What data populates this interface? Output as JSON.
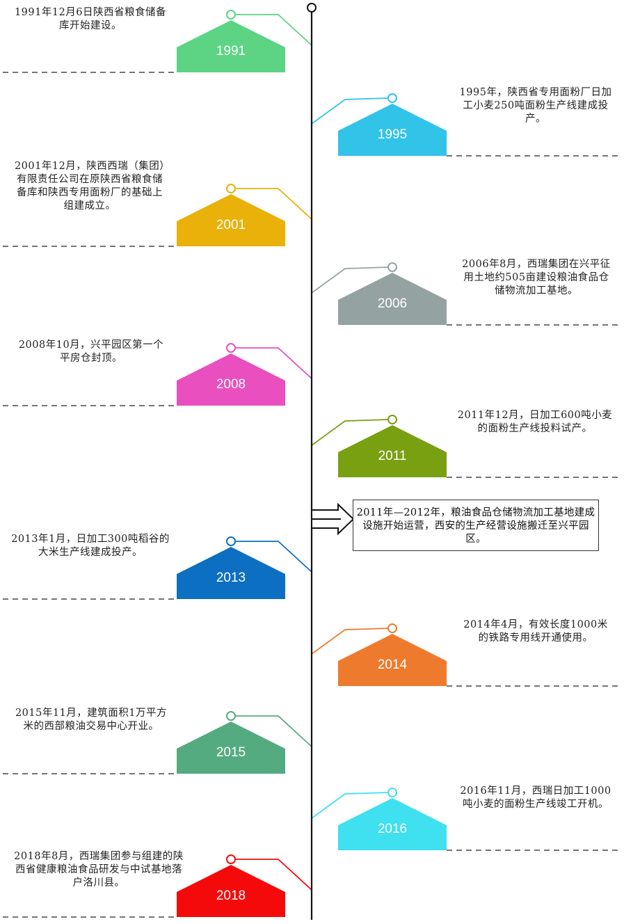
{
  "events": [
    {
      "year": "1991",
      "text": "1991年12月6日陕西省粮食储备库开始建设。",
      "color": "#5cd484",
      "side": "left"
    },
    {
      "year": "1995",
      "text": "1995年，陕西省专用面粉厂日加工小麦250吨面粉生产线建成投产。",
      "color": "#31c3e8",
      "side": "right"
    },
    {
      "year": "2001",
      "text": "2001年12月，陕西西瑞（集团）有限责任公司在原陕西省粮食储备库和陕西专用面粉厂的基础上组建成立。",
      "color": "#e9b109",
      "side": "left"
    },
    {
      "year": "2006",
      "text": "2006年8月，西瑞集团在兴平征用土地约505亩建设粮油食品仓储物流加工基地。",
      "color": "#95a2a2",
      "side": "right"
    },
    {
      "year": "2008",
      "text": "2008年10月，兴平园区第一个平房仓封顶。",
      "color": "#ea4fbf",
      "side": "left"
    },
    {
      "year": "2011",
      "text": "2011年12月，日加工600吨小麦的面粉生产线投料试产。",
      "color": "#78a010",
      "side": "right"
    },
    {
      "year": "2013",
      "text": "2013年1月，日加工300吨稻谷的大米生产线建成投产。",
      "color": "#0d6fc1",
      "side": "left"
    },
    {
      "year": "2014",
      "text": "2014年4月，有效长度1000米的铁路专用线开通使用。",
      "color": "#ee7a2e",
      "side": "right"
    },
    {
      "year": "2015",
      "text": "2015年11月，建筑面积1万平方米的西部粮油交易中心开业。",
      "color": "#55ab80",
      "side": "left"
    },
    {
      "year": "2016",
      "text": "2016年11月，西瑞日加工1000吨小麦的面粉生产线竣工开机。",
      "color": "#3fe0ef",
      "side": "right"
    },
    {
      "year": "2018",
      "text": "2018年8月，西瑞集团参与组建的陕西省健康粮油食品研发与中试基地落户洛川县。",
      "color": "#f50a0b",
      "side": "left"
    }
  ],
  "callout": {
    "text": "2011年—2012年，粮油食品仓储物流加工基地建成设施开始运营，西安的生产经营设施搬迁至兴平园区。"
  },
  "line_color": "#111111"
}
